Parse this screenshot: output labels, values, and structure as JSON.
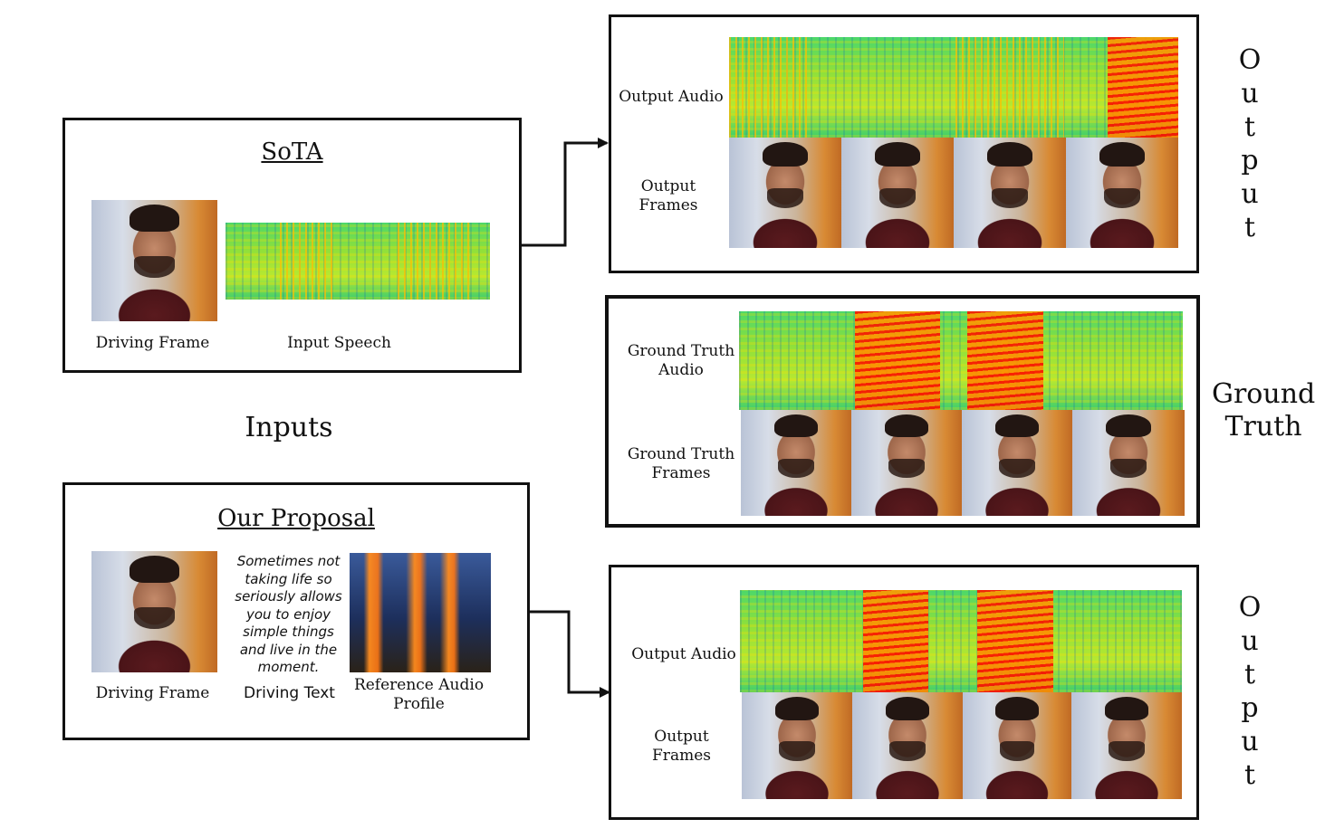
{
  "sota": {
    "title": "SoTA",
    "driving_frame_label": "Driving Frame",
    "input_speech_label": "Input Speech"
  },
  "inputs_label": "Inputs",
  "proposal": {
    "title": "Our Proposal",
    "driving_frame_label": "Driving Frame",
    "driving_text_label": "Driving Text",
    "driving_text": "Sometimes not taking life so seriously allows you to enjoy simple things and live in the moment.",
    "reference_audio_label": "Reference Audio Profile"
  },
  "sota_output": {
    "audio_label": "Output Audio",
    "frames_label": "Output Frames",
    "side_label": "Output"
  },
  "ground_truth": {
    "audio_label": "Ground Truth Audio",
    "frames_label": "Ground Truth Frames",
    "side_label": "Ground Truth"
  },
  "proposal_output": {
    "audio_label": "Output Audio",
    "frames_label": "Output Frames",
    "side_label": "Output"
  },
  "colors": {
    "border": "#111111",
    "spectrogram_low": "#4cd86a",
    "spectrogram_high": "#ff2a00"
  }
}
